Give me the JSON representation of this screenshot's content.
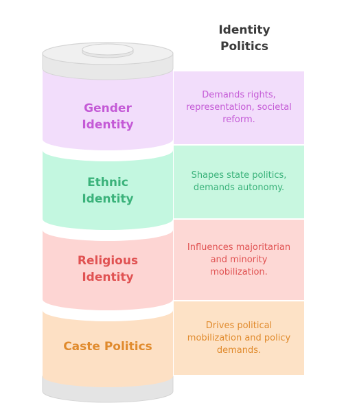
{
  "title": "Identity\nPolitics",
  "layers": [
    {
      "label": "Gender\nIdentity",
      "description": "Demands rights, representation, societal reform.",
      "color": "#c45ad6",
      "fill": "#f2ddfb",
      "desc_fill": "#f2ddfb"
    },
    {
      "label": "Ethnic\nIdentity",
      "description": "Shapes state politics, demands autonomy.",
      "color": "#3ab27a",
      "fill": "#c3f7e0",
      "desc_fill": "#c8f7e0"
    },
    {
      "label": "Religious\nIdentity",
      "description": "Influences majoritarian and minority mobilization.",
      "color": "#e05252",
      "fill": "#fdd5d3",
      "desc_fill": "#fdd8d5"
    },
    {
      "label": "Caste Politics",
      "description": "Drives political mobilization and policy demands.",
      "color": "#e08a2c",
      "fill": "#fde0c4",
      "desc_fill": "#fde2c6"
    }
  ]
}
